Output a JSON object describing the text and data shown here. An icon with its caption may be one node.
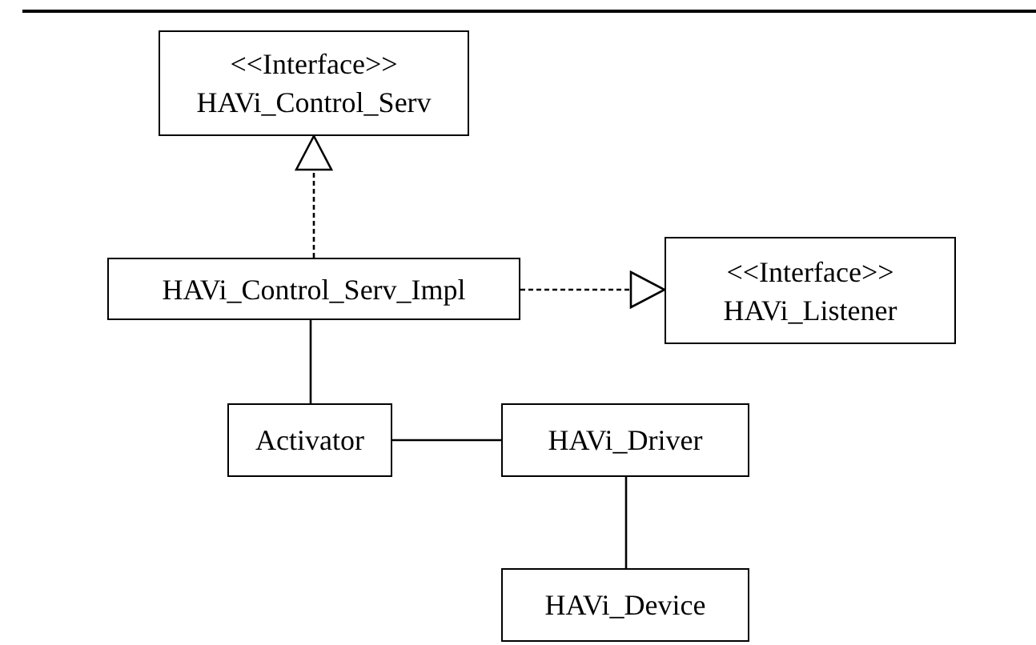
{
  "diagram": {
    "nodes": [
      {
        "text": [
          "<<Interface>>",
          "HAVi_Control_Serv"
        ]
      },
      {
        "text": [
          "HAVi_Control_Serv_Impl"
        ]
      },
      {
        "text": [
          "<<Interface>>",
          "HAVi_Listener"
        ]
      },
      {
        "text": [
          "Activator"
        ]
      },
      {
        "text": [
          "HAVi_Driver"
        ]
      },
      {
        "text": [
          "HAVi_Device"
        ]
      }
    ],
    "edges": [
      {
        "from": 1,
        "to": 0,
        "arrow": "to",
        "style": "dashed"
      },
      {
        "from": 1,
        "to": 2,
        "arrow": "to",
        "style": "dashed"
      },
      {
        "from": 1,
        "to": 3,
        "arrow": "none"
      },
      {
        "from": 3,
        "to": 4,
        "arrow": "none"
      },
      {
        "from": 4,
        "to": 5,
        "arrow": "none"
      }
    ]
  }
}
